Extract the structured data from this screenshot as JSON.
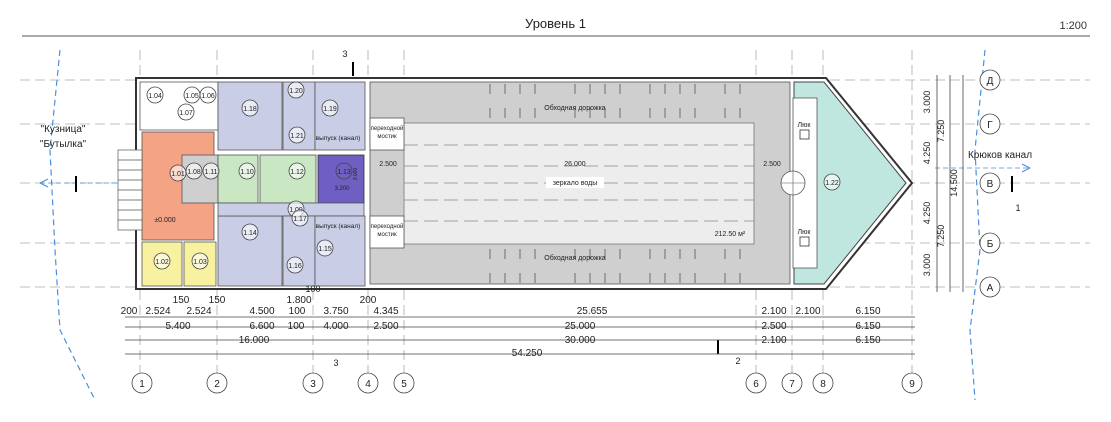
{
  "header": {
    "title": "Уровень 1",
    "scale": "1:200"
  },
  "labels": {
    "kuznitsa": "\"Кузница\"",
    "butylka": "\"Бутылка\"",
    "kryukov": "Крюков канал",
    "obhod_top": "Обходная дорожка",
    "obhod_bottom": "Обходная дорожка",
    "mirror": "зеркало воды",
    "area": "212.50 м²",
    "mostik_top_1": "переходной",
    "mostik_top_2": "мостик",
    "mostik_bot_1": "переходной",
    "mostik_bot_2": "мостик",
    "vypusk_top": "выпуск (канал)",
    "vypusk_bot": "выпуск (канал)",
    "lyuk_top": "Люк",
    "lyuk_bot": "Люк",
    "level": "±0.000",
    "section3": "3",
    "section1": "1",
    "section2": "2",
    "width_26": "26.000",
    "width_2500a": "2.500",
    "width_2500b": "2.500",
    "dim_3200": "3.200",
    "dim_3000v": "3.000"
  },
  "rooms": [
    "1.01",
    "1.02",
    "1.03",
    "1.04",
    "1.05",
    "1.06",
    "1.07",
    "1.08",
    "1.09",
    "1.10",
    "1.11",
    "1.12",
    "1.13",
    "1.14",
    "1.15",
    "1.16",
    "1.17",
    "1.18",
    "1.19",
    "1.20",
    "1.21",
    "1.22"
  ],
  "axes_vertical": [
    "1",
    "2",
    "3",
    "4",
    "5",
    "6",
    "7",
    "8",
    "9"
  ],
  "axes_horizontal": [
    "Д",
    "Г",
    "В",
    "Б",
    "А"
  ],
  "dims_right": [
    "3.000",
    "4.250",
    "4.250",
    "3.000",
    "7.250",
    "7.250",
    "14.500"
  ],
  "dims_row1": [
    "200",
    "2.524",
    "150",
    "2.524",
    "150",
    "4.500",
    "1.800",
    "100",
    "3.750",
    "200",
    "4.345",
    "25.655",
    "2.100",
    "2.100",
    "6.150"
  ],
  "dims_row2": [
    "5.400",
    "6.600",
    "100",
    "4.000",
    "2.500",
    "25.000",
    "2.500",
    "6.150"
  ],
  "dims_row3": [
    "16.000",
    "30.000",
    "2.100",
    "6.150"
  ],
  "dims_row4": [
    "54.250"
  ],
  "dims_misc": [
    "100"
  ],
  "colors": {
    "orange": "#f4a384",
    "yellow": "#f7f1a0",
    "lavender": "#c9cde6",
    "green": "#c9e7c3",
    "purple": "#6f5fc2",
    "teal": "#bfe6df",
    "grey": "#cfcfcf",
    "pool": "#ededed"
  }
}
